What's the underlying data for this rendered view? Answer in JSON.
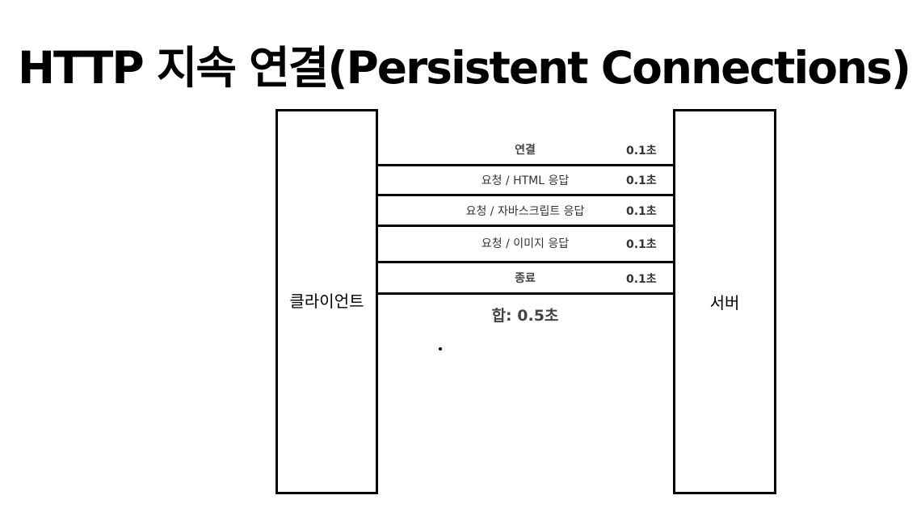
{
  "title": "HTTP 지속 연결(Persistent Connections)",
  "client_label": "클라이언트",
  "server_label": "서버",
  "steps": [
    {
      "label": "연결",
      "time": "0.1초"
    },
    {
      "label": "요청 / HTML 응답",
      "time": "0.1초"
    },
    {
      "label": "요청 / 자바스크립트 응답",
      "time": "0.1초"
    },
    {
      "label": "요청 / 이미지 응답",
      "time": "0.1초"
    },
    {
      "label": "종료",
      "time": "0.1초"
    }
  ],
  "total": "합: 0.5초"
}
